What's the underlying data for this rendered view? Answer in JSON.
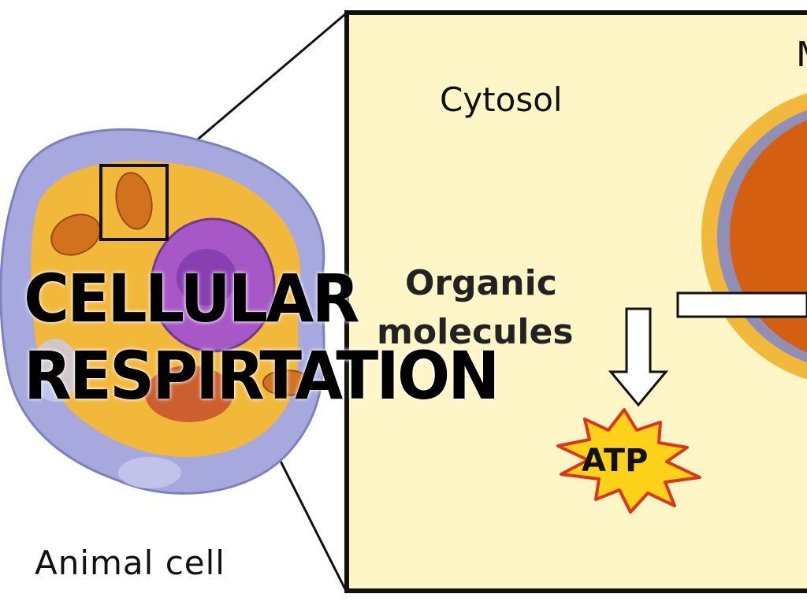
{
  "title": "CELLULAR RESPIRTATION",
  "labels": {
    "cytosol": "Cytosol",
    "animal_cell": "Animal cell",
    "organic": "Organic",
    "molecules": "molecules",
    "atp": "ATP",
    "mito_partial": "M"
  },
  "colors": {
    "panel": "#fff6c8",
    "cell_membrane": "#9c9fd8",
    "cytoplasm": "#f2b83a",
    "mitochondrion": "#d2721e",
    "nucleus": "#a857c6",
    "atp_star": "#ffd21a"
  }
}
